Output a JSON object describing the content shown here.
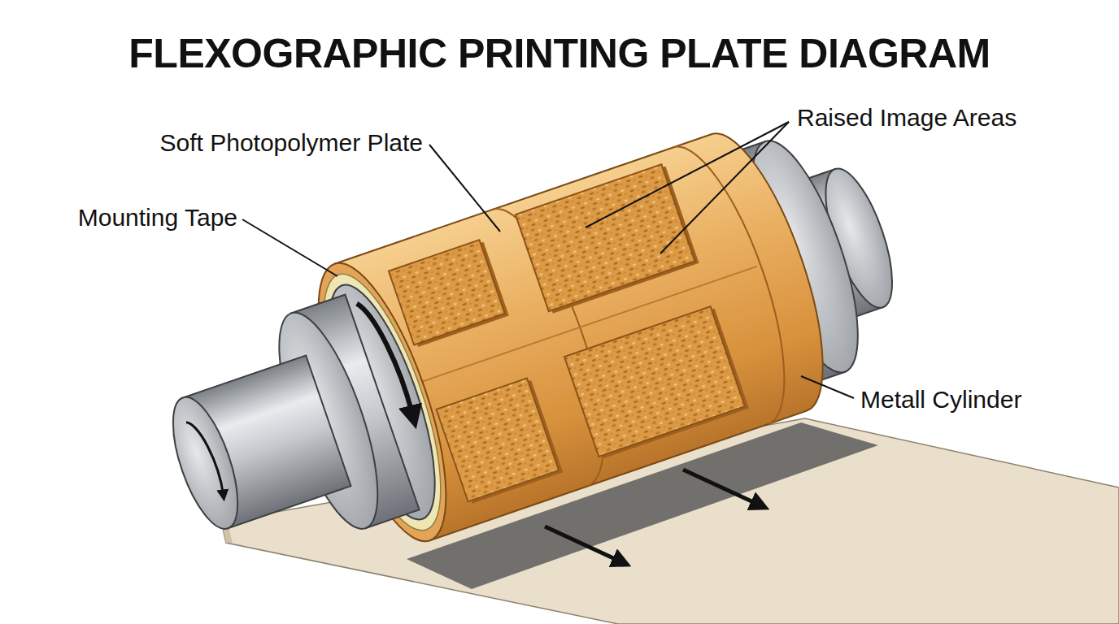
{
  "diagram": {
    "title": "FLEXOGRAPHIC PRINTING PLATE DIAGRAM",
    "labels": [
      "Raised Image Areas",
      "Soft Photopolymer Plate",
      "Mounting Tape",
      "Metall Cylinder"
    ]
  }
}
